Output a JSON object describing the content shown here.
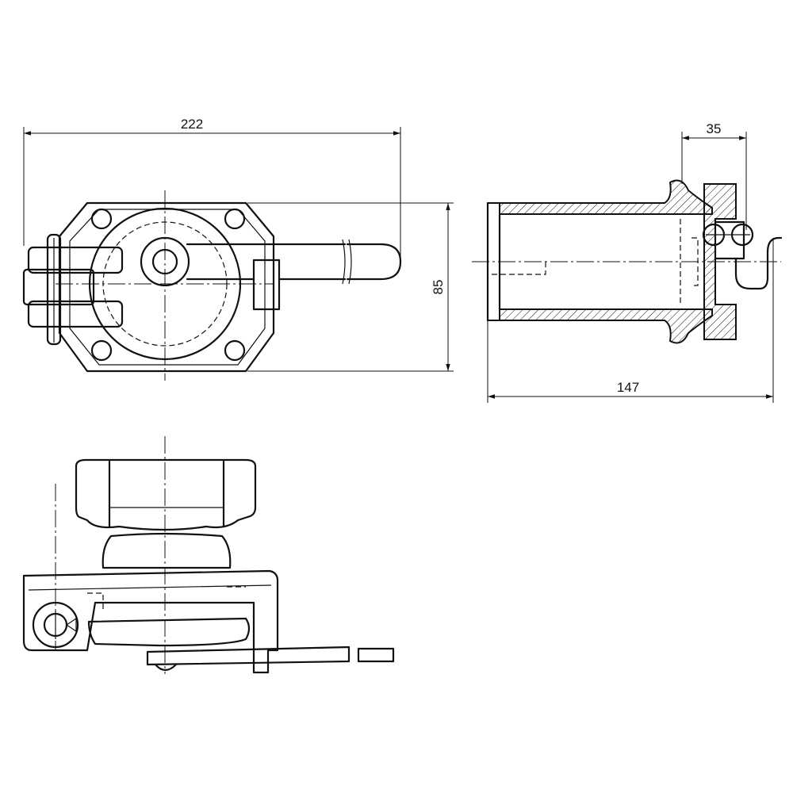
{
  "dimensions": {
    "overall_length": "222",
    "height": "85",
    "depth": "147",
    "flange_width": "35"
  }
}
